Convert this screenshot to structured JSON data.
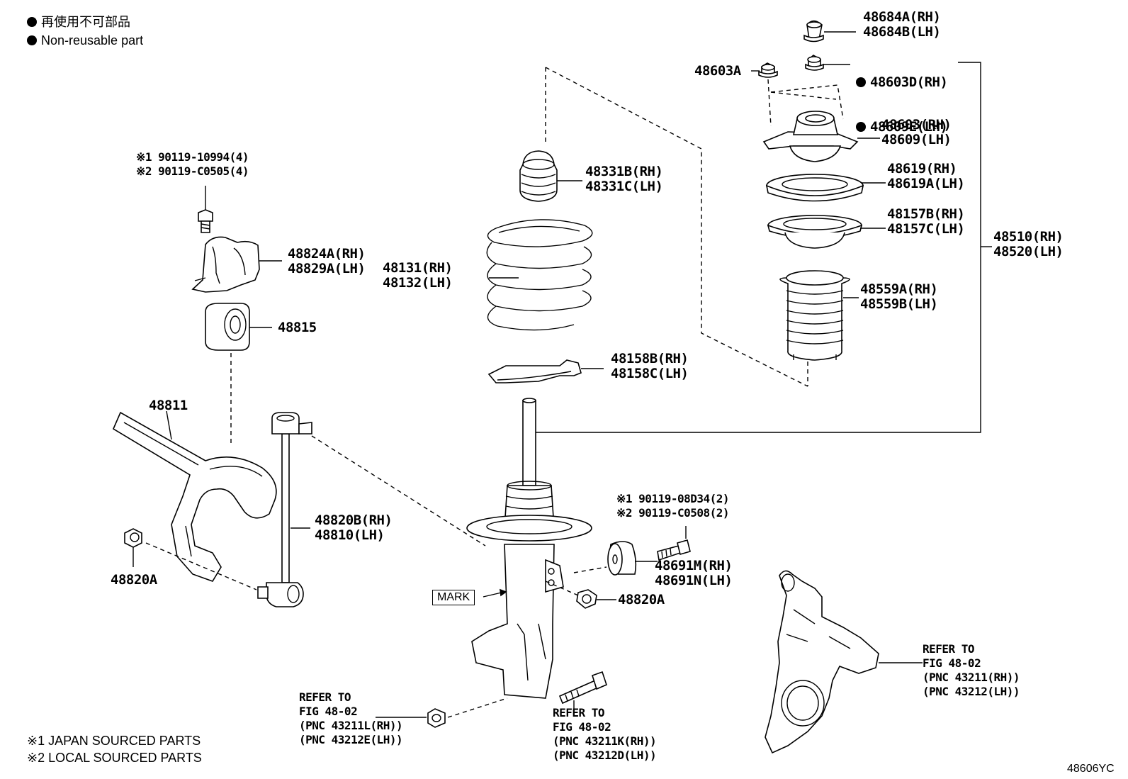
{
  "legend": {
    "non_reusable_jp": "再使用不可部品",
    "non_reusable_en": "Non-reusable part"
  },
  "footnotes": {
    "note1": "※1 JAPAN SOURCED PARTS",
    "note2": "※2 LOCAL SOURCED PARTS"
  },
  "figure_id": "48606YC",
  "mark_label": "MARK",
  "parts": {
    "p48684": [
      "48684A(RH)",
      "48684B(LH)"
    ],
    "p48603d": [
      "48603D(RH)",
      "48609E(LH)"
    ],
    "p48603a": "48603A",
    "p48603": [
      "48603(RH)",
      "48609(LH)"
    ],
    "p48619": [
      "48619(RH)",
      "48619A(LH)"
    ],
    "p48157": [
      "48157B(RH)",
      "48157C(LH)"
    ],
    "p48510": [
      "48510(RH)",
      "48520(LH)"
    ],
    "p48559": [
      "48559A(RH)",
      "48559B(LH)"
    ],
    "p48331": [
      "48331B(RH)",
      "48331C(LH)"
    ],
    "p48131": [
      "48131(RH)",
      "48132(LH)"
    ],
    "p48158": [
      "48158B(RH)",
      "48158C(LH)"
    ],
    "p90119a": [
      "※1 90119-10994(4)",
      "※2 90119-C0505(4)"
    ],
    "p48824": [
      "48824A(RH)",
      "48829A(LH)"
    ],
    "p48815": "48815",
    "p48811": "48811",
    "p48820b": [
      "48820B(RH)",
      "48810(LH)"
    ],
    "p48820a_left": "48820A",
    "p48820a_right": "48820A",
    "p90119b": [
      "※1 90119-08D34(2)",
      "※2 90119-C0508(2)"
    ],
    "p48691": [
      "48691M(RH)",
      "48691N(LH)"
    ],
    "ref_left": [
      "REFER TO",
      "FIG 48-02",
      "(PNC 43211L(RH))",
      "(PNC 43212E(LH))"
    ],
    "ref_mid": [
      "REFER TO",
      "FIG 48-02",
      "(PNC 43211K(RH))",
      "(PNC 43212D(LH))"
    ],
    "ref_right": [
      "REFER TO",
      "FIG 48-02",
      "(PNC 43211(RH))",
      "(PNC 43212(LH))"
    ]
  }
}
